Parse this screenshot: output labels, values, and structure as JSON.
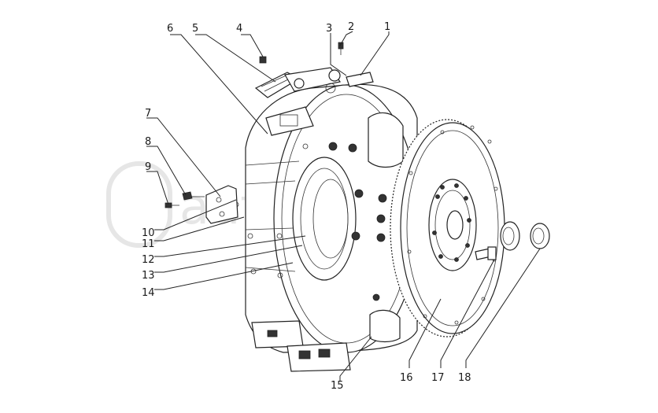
{
  "watermark": {
    "text": "autoopt.ru"
  },
  "callouts": [
    {
      "id": "1",
      "label": "1"
    },
    {
      "id": "2",
      "label": "2"
    },
    {
      "id": "3",
      "label": "3"
    },
    {
      "id": "4",
      "label": "4"
    },
    {
      "id": "5",
      "label": "5"
    },
    {
      "id": "6",
      "label": "6"
    },
    {
      "id": "7",
      "label": "7"
    },
    {
      "id": "8",
      "label": "8"
    },
    {
      "id": "9",
      "label": "9"
    },
    {
      "id": "10",
      "label": "10"
    },
    {
      "id": "11",
      "label": "11"
    },
    {
      "id": "12",
      "label": "12"
    },
    {
      "id": "13",
      "label": "13"
    },
    {
      "id": "14",
      "label": "14"
    },
    {
      "id": "15",
      "label": "15"
    },
    {
      "id": "16",
      "label": "16"
    },
    {
      "id": "17",
      "label": "17"
    },
    {
      "id": "18",
      "label": "18"
    }
  ]
}
